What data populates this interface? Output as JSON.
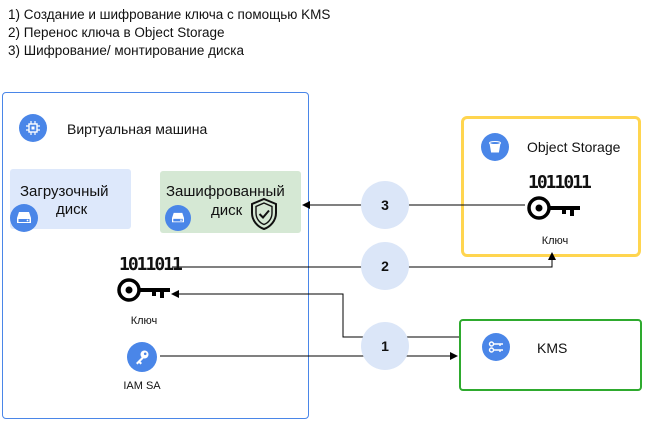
{
  "notes": [
    "1) Создание и шифрование ключа с помощью KMS",
    "2) Перенос ключа в Object Storage",
    "3) Шифрование/ монтирование диска"
  ],
  "vm": {
    "title": "Виртуальная машина",
    "icon": "chip-icon"
  },
  "boot_disk": {
    "label_line1": "Загрузочный",
    "label_line2": "диск",
    "icon": "disk-icon"
  },
  "encrypted_disk": {
    "label_line1": "Зашифрованный",
    "label_line2": "диск",
    "icon": "shield-check-icon"
  },
  "object_storage": {
    "title": "Object Storage",
    "key_bits": "1011011",
    "key_label": "Ключ",
    "icon": "bucket-icon"
  },
  "vm_key": {
    "bits": "1011011",
    "label": "Ключ"
  },
  "iam": {
    "label": "IAM SA",
    "icon": "key-icon"
  },
  "kms": {
    "title": "KMS",
    "icon": "kms-icon"
  },
  "steps": [
    "1",
    "2",
    "3"
  ],
  "colors": {
    "vm_border": "#4a86e8",
    "os_border": "#ffd54f",
    "kms_border": "#2eaa2e",
    "boot_disk_fill": "#dde8fb",
    "encrypted_disk_fill": "#d5e8d4",
    "step_fill": "#dbe6f8",
    "icon_blue": "#4a86e8"
  }
}
